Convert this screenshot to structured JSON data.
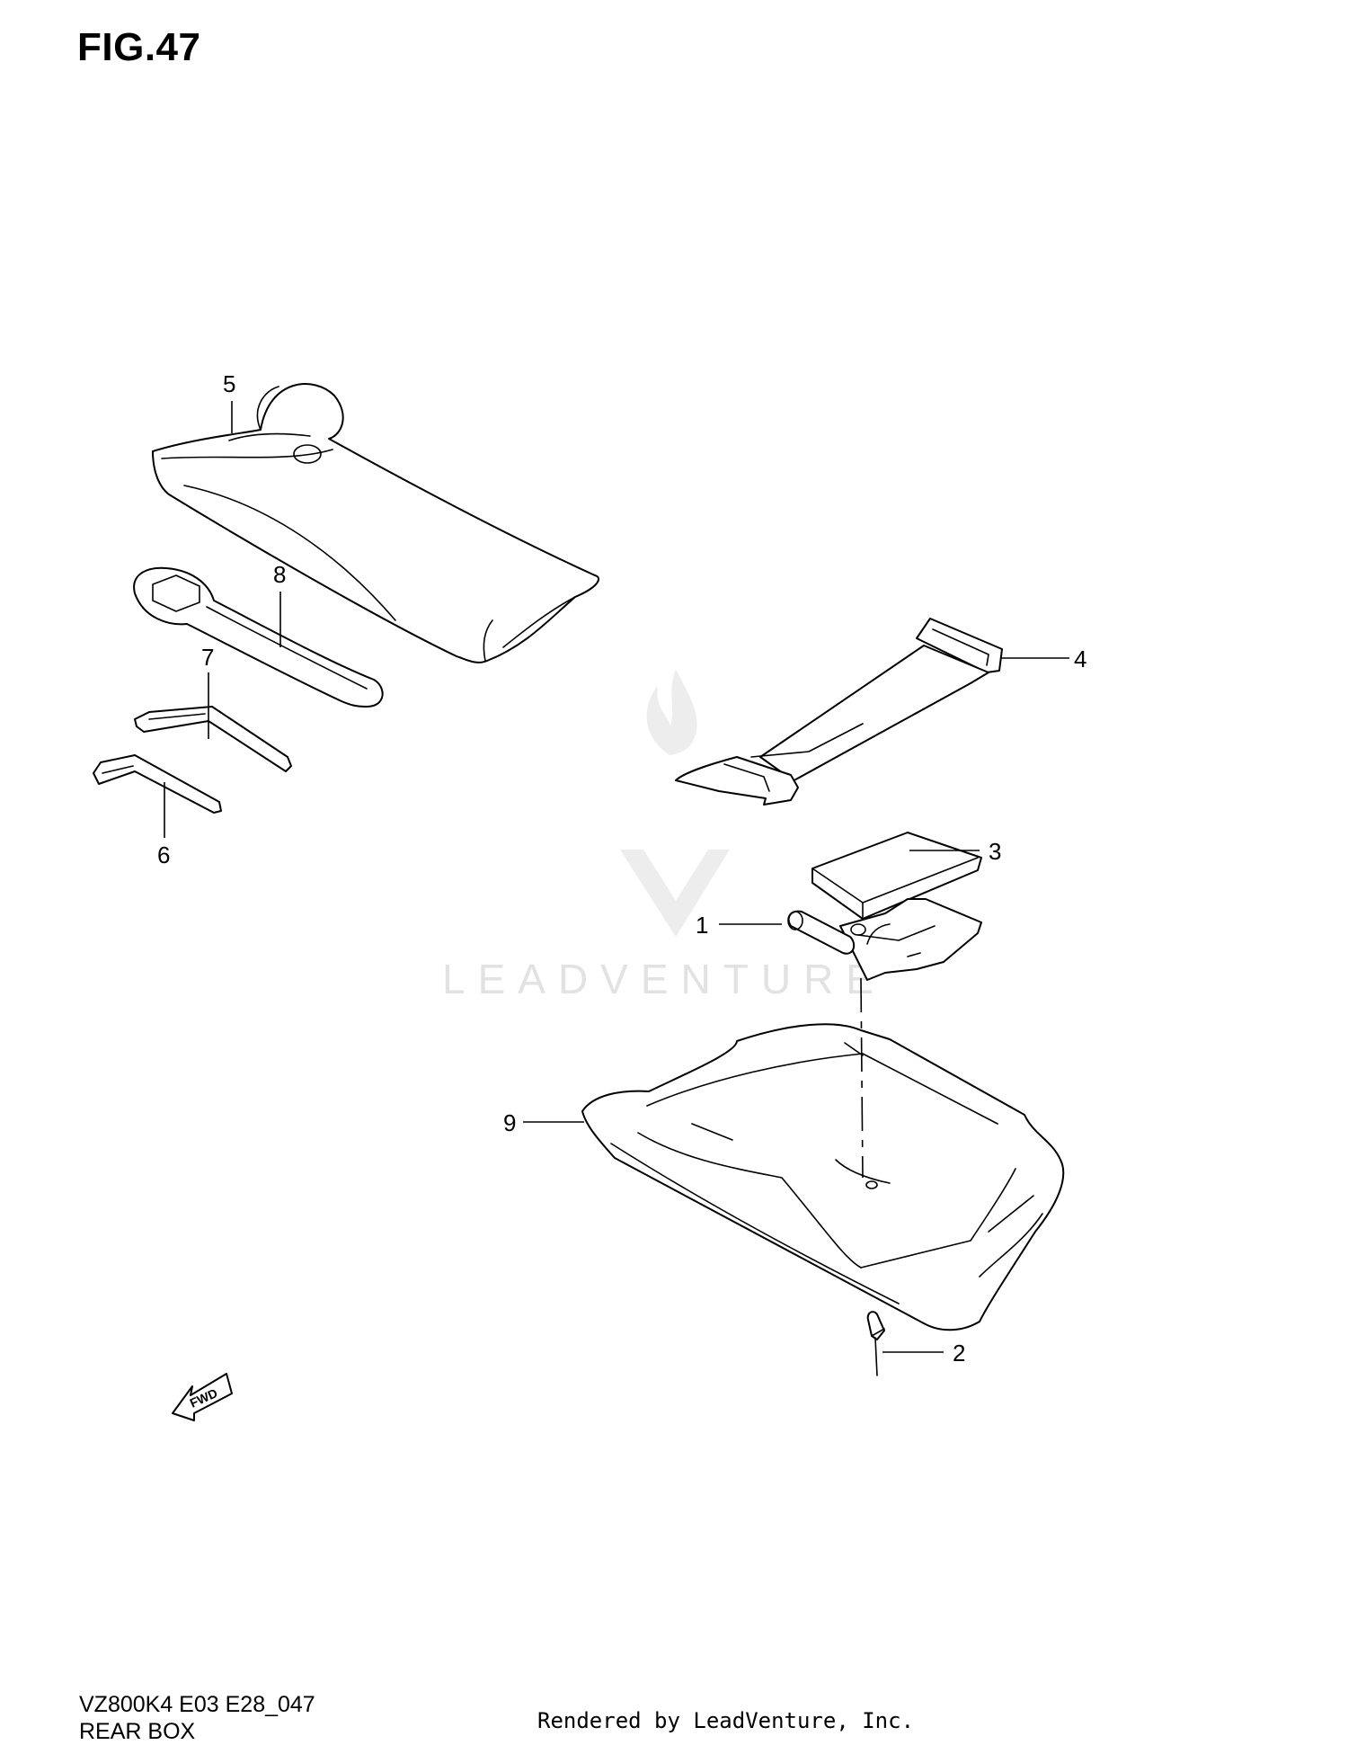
{
  "figure": {
    "title": "FIG.47",
    "diagram_code": "VZ800K4 E03 E28_047",
    "diagram_name": "REAR BOX"
  },
  "callouts": [
    {
      "id": "c1",
      "label": "1"
    },
    {
      "id": "c2",
      "label": "2"
    },
    {
      "id": "c3",
      "label": "3"
    },
    {
      "id": "c4",
      "label": "4"
    },
    {
      "id": "c5",
      "label": "5"
    },
    {
      "id": "c6",
      "label": "6"
    },
    {
      "id": "c7",
      "label": "7"
    },
    {
      "id": "c8",
      "label": "8"
    },
    {
      "id": "c9",
      "label": "9"
    }
  ],
  "fwd_marker": "FWD",
  "watermark": "LEADVENTURE",
  "footer": {
    "credit": "Rendered by LeadVenture, Inc."
  },
  "colors": {
    "line": "#000000",
    "watermark": "#e2e2e2",
    "background": "#ffffff"
  }
}
